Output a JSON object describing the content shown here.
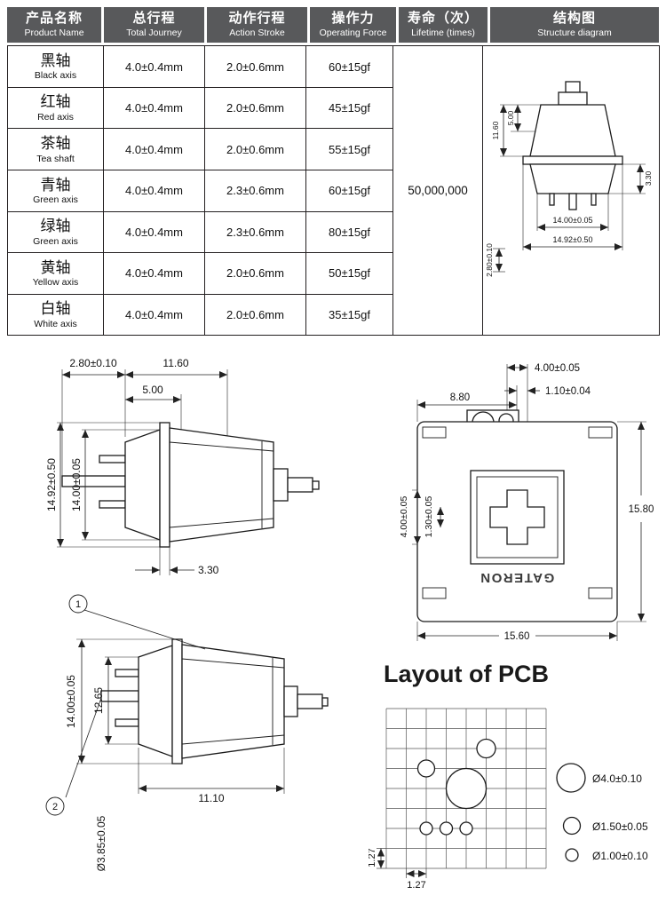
{
  "table": {
    "headers": {
      "product": {
        "zh": "产品名称",
        "en": "Product Name"
      },
      "journey": {
        "zh": "总行程",
        "en": "Total Journey"
      },
      "stroke": {
        "zh": "动作行程",
        "en": "Action Stroke"
      },
      "force": {
        "zh": "操作力",
        "en": "Operating Force"
      },
      "lifetime": {
        "zh": "寿命（次）",
        "en": "Lifetime (times)"
      },
      "structure": {
        "zh": "结构图",
        "en": "Structure diagram"
      }
    },
    "rows": [
      {
        "zh": "黑轴",
        "en": "Black axis",
        "journey": "4.0±0.4mm",
        "stroke": "2.0±0.6mm",
        "force": "60±15gf"
      },
      {
        "zh": "红轴",
        "en": "Red axis",
        "journey": "4.0±0.4mm",
        "stroke": "2.0±0.6mm",
        "force": "45±15gf"
      },
      {
        "zh": "茶轴",
        "en": "Tea shaft",
        "journey": "4.0±0.4mm",
        "stroke": "2.0±0.6mm",
        "force": "55±15gf"
      },
      {
        "zh": "青轴",
        "en": "Green axis",
        "journey": "4.0±0.4mm",
        "stroke": "2.3±0.6mm",
        "force": "60±15gf"
      },
      {
        "zh": "绿轴",
        "en": "Green axis",
        "journey": "4.0±0.4mm",
        "stroke": "2.3±0.6mm",
        "force": "80±15gf"
      },
      {
        "zh": "黄轴",
        "en": "Yellow axis",
        "journey": "4.0±0.4mm",
        "stroke": "2.0±0.6mm",
        "force": "50±15gf"
      },
      {
        "zh": "白轴",
        "en": "White axis",
        "journey": "4.0±0.4mm",
        "stroke": "2.0±0.6mm",
        "force": "35±15gf"
      }
    ],
    "lifetime_value": "50,000,000"
  },
  "colors": {
    "header_bg": "#58595b",
    "line": "#231f20"
  },
  "structure_diagram": {
    "dim_500": "5.00",
    "dim_1160": "11.60",
    "dim_330": "3.30",
    "dim_1400": "14.00±0.05",
    "dim_1492": "14.92±0.50",
    "dim_280": "2.80±0.10"
  },
  "side_view": {
    "dim_280": "2.80±0.10",
    "dim_1160": "11.60",
    "dim_500": "5.00",
    "dim_1400": "14.00±0.05",
    "dim_1492": "14.92±0.50",
    "dim_330": "3.30"
  },
  "top_view": {
    "dim_400_top": "4.00±0.05",
    "dim_110": "1.10±0.04",
    "dim_880": "8.80",
    "dim_1580": "15.80",
    "dim_1560": "15.60",
    "dim_130": "1.30±0.05",
    "dim_400_side": "4.00±0.05",
    "brand": "GATERON"
  },
  "pin_view": {
    "callout_1": "1",
    "callout_2": "2",
    "dim_1265": "12.65",
    "dim_1400": "14.00±0.05",
    "dim_1110": "11.10",
    "dim_385": "Ø3.85±0.05"
  },
  "pcb": {
    "title": "Layout of PCB",
    "pitch_h": "1.27",
    "pitch_v": "1.27",
    "legend": [
      {
        "label": "Ø4.0±0.10"
      },
      {
        "label": "Ø1.50±0.05"
      },
      {
        "label": "Ø1.00±0.10"
      }
    ]
  }
}
